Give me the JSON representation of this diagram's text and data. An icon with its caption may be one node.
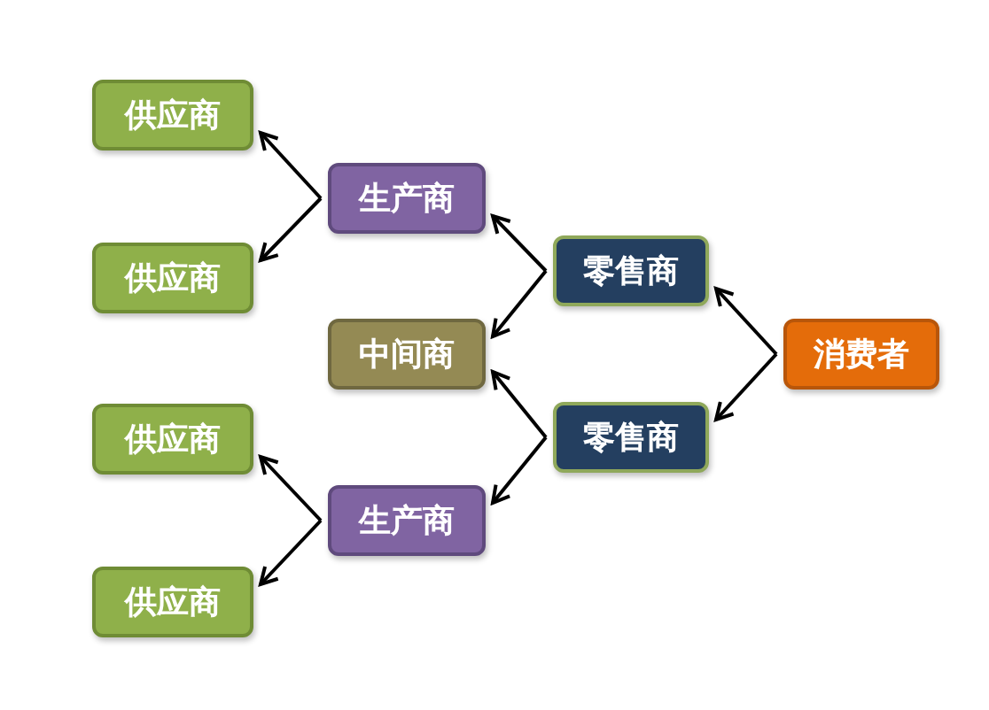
{
  "diagram": {
    "nodes": [
      {
        "text": [
          "供应商"
        ]
      },
      {
        "text": [
          "生产商"
        ]
      },
      {
        "text": [
          "供应商"
        ]
      },
      {
        "text": [
          "零售商"
        ]
      },
      {
        "text": [
          "中间商"
        ]
      },
      {
        "text": [
          "消费者"
        ]
      },
      {
        "text": [
          "零售商"
        ]
      },
      {
        "text": [
          "供应商"
        ]
      },
      {
        "text": [
          "生产商"
        ]
      },
      {
        "text": [
          "供应商"
        ]
      }
    ],
    "edges": [
      {
        "from": 1,
        "to": 0,
        "arrow": "to"
      },
      {
        "from": 1,
        "to": 2,
        "arrow": "to"
      },
      {
        "from": 3,
        "to": 1,
        "arrow": "to"
      },
      {
        "from": 3,
        "to": 4,
        "arrow": "to"
      },
      {
        "from": 5,
        "to": 3,
        "arrow": "to"
      },
      {
        "from": 5,
        "to": 6,
        "arrow": "to"
      },
      {
        "from": 6,
        "to": 4,
        "arrow": "to"
      },
      {
        "from": 6,
        "to": 8,
        "arrow": "to"
      },
      {
        "from": 8,
        "to": 7,
        "arrow": "to"
      },
      {
        "from": 8,
        "to": 9,
        "arrow": "to"
      }
    ]
  }
}
